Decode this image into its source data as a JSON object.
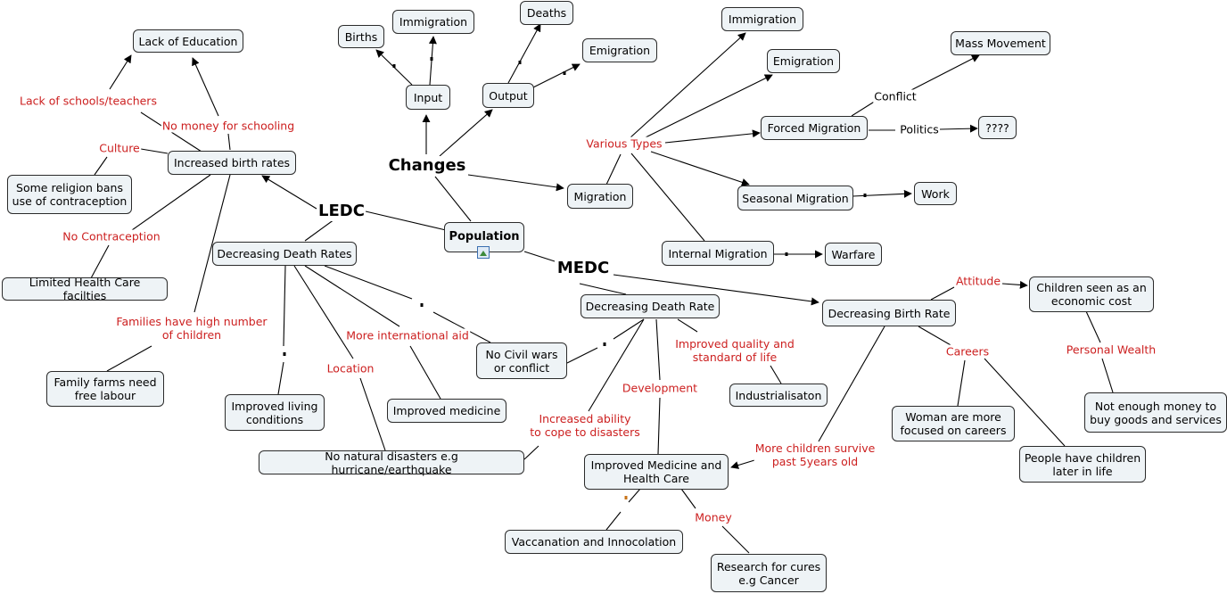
{
  "nodes": {
    "population": "Population",
    "lack_education": "Lack of Education",
    "increased_birth": "Increased birth rates",
    "religion": "Some religion bans\nuse of contraception",
    "limited_health": "Limited Health Care facilties",
    "family_farms": "Family farms need\nfree labour",
    "decreasing_death_rates": "Decreasing Death Rates",
    "improved_living": "Improved living\nconditions",
    "improved_medicine": "Improved medicine",
    "no_civil": "No Civil wars\nor conflict",
    "no_natural": "No natural disasters e.g hurricane/earthquake",
    "births": "Births",
    "immigration_top": "Immigration",
    "input": "Input",
    "output": "Output",
    "deaths": "Deaths",
    "emigration_top": "Emigration",
    "migration": "Migration",
    "immigration_right": "Immigration",
    "emigration_right": "Emigration",
    "forced": "Forced Migration",
    "mass": "Mass Movement",
    "qqqq": "????",
    "seasonal": "Seasonal Migration",
    "work": "Work",
    "internal": "Internal Migration",
    "warfare": "Warfare",
    "decreasing_death_rate": "Decreasing Death Rate",
    "industrialisaton": "Industrialisaton",
    "improved_med_health": "Improved Medicine and\nHealth Care",
    "vaccanation": "Vaccanation and Innocolation",
    "research": "Research for cures\ne.g Cancer",
    "decreasing_birth_rate": "Decreasing Birth Rate",
    "children_cost": "Children seen as an\neconomic cost",
    "not_enough": "Not enough money to\nbuy goods and services",
    "woman": "Woman are more\nfocused on careers",
    "later_life": "People have children\nlater in life"
  },
  "labels": {
    "changes": "Changes",
    "ledc": "LEDC",
    "medc": "MEDC",
    "lack_schools": "Lack of schools/teachers",
    "no_money": "No money for schooling",
    "culture": "Culture",
    "no_contraception": "No Contraception",
    "families_high": "Families have high number\nof children",
    "more_aid": "More international aid",
    "location": "Location",
    "various_types": "Various Types",
    "conflict": "Conflict",
    "politics": "Politics",
    "improved_quality": "Improved quality and\nstandard of life",
    "development": "Development",
    "increased_ability": "Increased ability\nto cope to disasters",
    "money": "Money",
    "attitude": "Attitude",
    "personal_wealth": "Personal Wealth",
    "careers": "Careers",
    "more_children": "More children survive\npast 5years old"
  },
  "colors": {
    "node_fill": "#eef3f6",
    "node_border": "#2b2b2b",
    "link_label": "#cc1f1f",
    "line": "#000000"
  }
}
